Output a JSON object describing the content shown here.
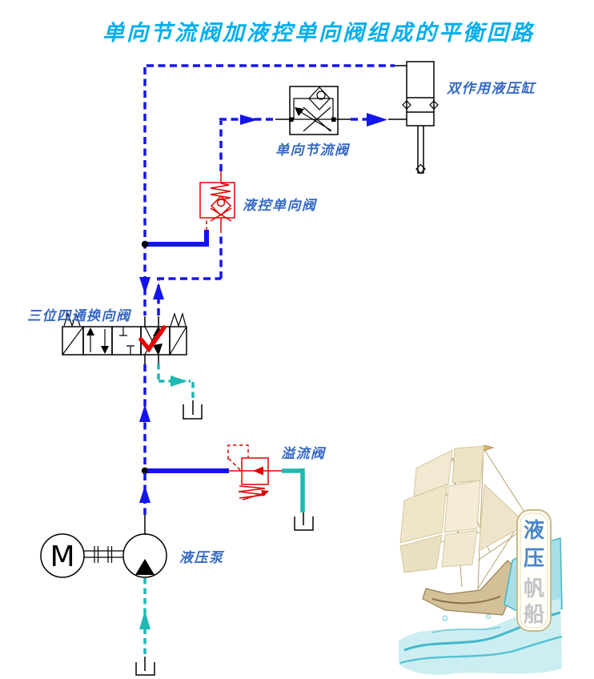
{
  "title": {
    "text": "单向节流阀加液控单向阀组成的平衡回路"
  },
  "components": {
    "cylinder_label": "双作用液压缸",
    "throttle_label": "单向节流阀",
    "pilot_check_label": "液控单向阀",
    "directional_label": "三位四通换向阀",
    "relief_label": "溢流阀",
    "pump_label": "液压泵",
    "motor_letter": "M"
  },
  "ship": {
    "banner_chars": [
      "液",
      "压",
      "帆",
      "船"
    ]
  },
  "colors": {
    "title_cyan": "#00aeef",
    "label_blue": "#3568c4",
    "line_blue": "#1414ee",
    "line_teal": "#1fb8b4",
    "symbol_red": "#e00000",
    "line_black": "#000000",
    "water_teal": "#49b8c8",
    "sail_cream": "#efe6cb",
    "banner_text_blue": "#4a86c8",
    "banner_text_gray": "#c3c3c7"
  }
}
